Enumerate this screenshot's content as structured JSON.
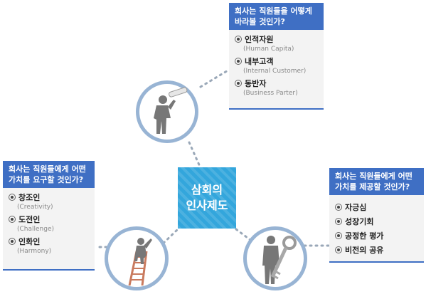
{
  "center": {
    "line1": "삼회의",
    "line2": "인사제도"
  },
  "top_panel": {
    "title_line1": "회사는 직원들을 어떻게",
    "title_line2": "바라볼 것인가?",
    "items": [
      {
        "label": "인적자원",
        "sub": "(Human Capita)"
      },
      {
        "label": "내부고객",
        "sub": "(Internal Customer)"
      },
      {
        "label": "동반자",
        "sub": "(Business Parter)"
      }
    ]
  },
  "left_panel": {
    "title_line1": "회사는 직원들에게 어떤",
    "title_line2": "가치를 요구할 것인가?",
    "items": [
      {
        "label": "창조인",
        "sub": "(Creativity)"
      },
      {
        "label": "도전인",
        "sub": "(Challenge)"
      },
      {
        "label": "인화인",
        "sub": "(Harmony)"
      }
    ]
  },
  "right_panel": {
    "title_line1": "회사는 직원들에게 어떤",
    "title_line2": "가치를 제공할 것인가?",
    "items": [
      {
        "label": "자긍심"
      },
      {
        "label": "성장기회"
      },
      {
        "label": "공정한 평가"
      },
      {
        "label": "비전의 공유"
      }
    ]
  },
  "colors": {
    "accent": "#3f6fc4",
    "center": "#33a6dc",
    "ring": "#98b4d4"
  },
  "icons": [
    "telescope-man-icon",
    "ladder-climber-icon",
    "key-man-icon"
  ]
}
